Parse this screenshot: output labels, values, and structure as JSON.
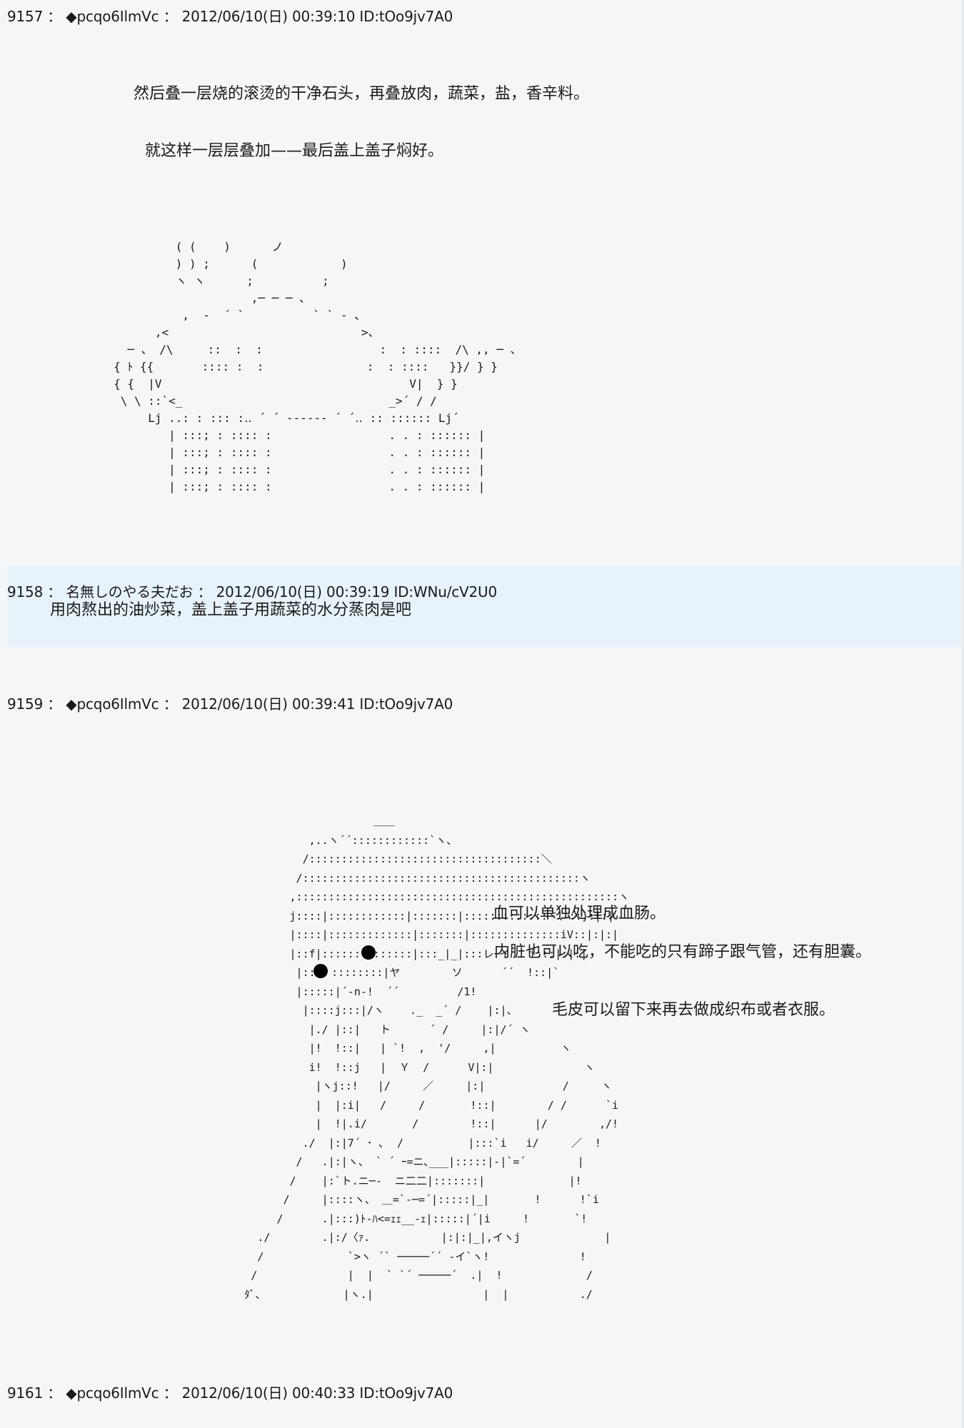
{
  "posts": [
    {
      "number": "9157",
      "separator": "：",
      "name": "◆pcqo6IlmVc",
      "date": "2012/06/10(日) 00:39:10",
      "id": "ID:tOo9jv7A0",
      "lines": [
        "然后叠一层烧的滚烫的干净石头，再叠放肉，蔬菜，盐，香辛料。",
        "就这样一层层叠加——最后盖上盖子焖好。"
      ],
      "ascii_art": "                 ( (    )      ノ\n                 ) ) ;      (            )\n                 ヽ ヽ      ;          ;\n                            ,─ ─ ─ 、\n                  ,  -  ´ `          ` ` - 、\n              ,<                            >、\n          ─ 、 /\\     ::  :  :                 :  : ::::  /\\ ,, ─ 、\n        { ﾄ {{       :::: :  :               :  : ::::   }}/ } }\n        { {  |V                                    V|  } }\n         \\ \\ ::`<_                              _>´ / /\n             Lj ..: : ::: :‥ ´ ´ ------ ´ ´‥ :: :::::: Lj´\n                | :::; : :::: :                 . . : :::::: |\n                | :::; : :::: :                 . . : :::::: |\n                | :::; : :::: :                 . . : :::::: |\n                | :::; : :::: :                 . . : :::::: |"
    },
    {
      "number": "9158",
      "separator": "：",
      "name": "名無しのやる夫だお",
      "date": "2012/06/10(日) 00:39:19",
      "id": "ID:WNu/cV2U0",
      "lines": [
        "用肉熬出的油炒菜，盖上盖子用蔬菜的水分蒸肉是吧"
      ]
    },
    {
      "number": "9159",
      "separator": "：",
      "name": "◆pcqo6IlmVc",
      "date": "2012/06/10(日) 00:39:41",
      "id": "ID:tOo9jv7A0",
      "lines": [
        "血可以单独处理成血肠。",
        "内脏也可以吃，不能吃的只有蹄子跟气管，还有胆囊。",
        "毛皮可以留下来再去做成织布或者衣服。"
      ],
      "ascii_art": "                              ＿＿\n                    ,..ヽ´´::::::::::::`ヽ、\n                   /::::::::::::::::::::::::::::::::::::＼\n                  /:::::::::::::::::::::::::::::::::::::::::::ヽ\n                 ,::::::::::::::::::::::::::::::::::::::::::::::::::ヽ\n                 j::::|::::::::::::|:::::::|:::::::::::::ヾ、::}:|:|\n                 |::::|:::::::::::::|:::::::|::::::::::::::iV::|:|:|\n                 |::f|::::::::::::::|:::_|_|:::レｰイ   i:::|:|:|\n                  |::ﾄ、::::::::|ヤ        ソ      ´´  !::|`\n                  |:::::|´-n-!  ´´         /1!\n                   |::::j:::|/ヽ    ._  _´ /    |:|、\n                    |./ |::|   ト      ´ /     |:|/´ ヽ\n                    |!  !::|   | `!  ,  '/     ,|          ヽ\n                    i!  !::j   |  Ｙ  /      V|:|              ヽ\n                     |ヽj::!   |/     ／     |:|            /     ヽ\n                     |  |:i|   /     /       !::|        / /      `i\n                     |  !|.i/       /        !::|      |/        ,/!\n                   ./  |:|7´ ･ ､  /          |:::`i   i/     ／  !\n                  /   .|:|ヽ、 ` ´ ｰ=ニ､___|:::::|-|`=´        |\n                 /    |:`ト.ニ─‐  ニ二二|:::::::|             |!\n                /     |::::ヽ、 ＿=`‐─=´|:::::|_|       !      !`i\n               /      .|:::)ﾄ-ﾊ<=ｪｪ__-ｪ|:::::|´|i     !       `!\n            ./        .|:/〈ｧ.           |:|:|_|,イヽj             |\n            /             `>ヽ ´` ─────´´ -イ`ヽ!              !\n           /              |  |  ` `´ ─────´  .|  !             /\n          ﾀﾞ、            |ヽ.|                 |  |           ./"
    },
    {
      "number": "9161",
      "separator": "：",
      "name": "◆pcqo6IlmVc",
      "date": "2012/06/10(日) 00:40:33",
      "id": "ID:tOo9jv7A0"
    }
  ]
}
